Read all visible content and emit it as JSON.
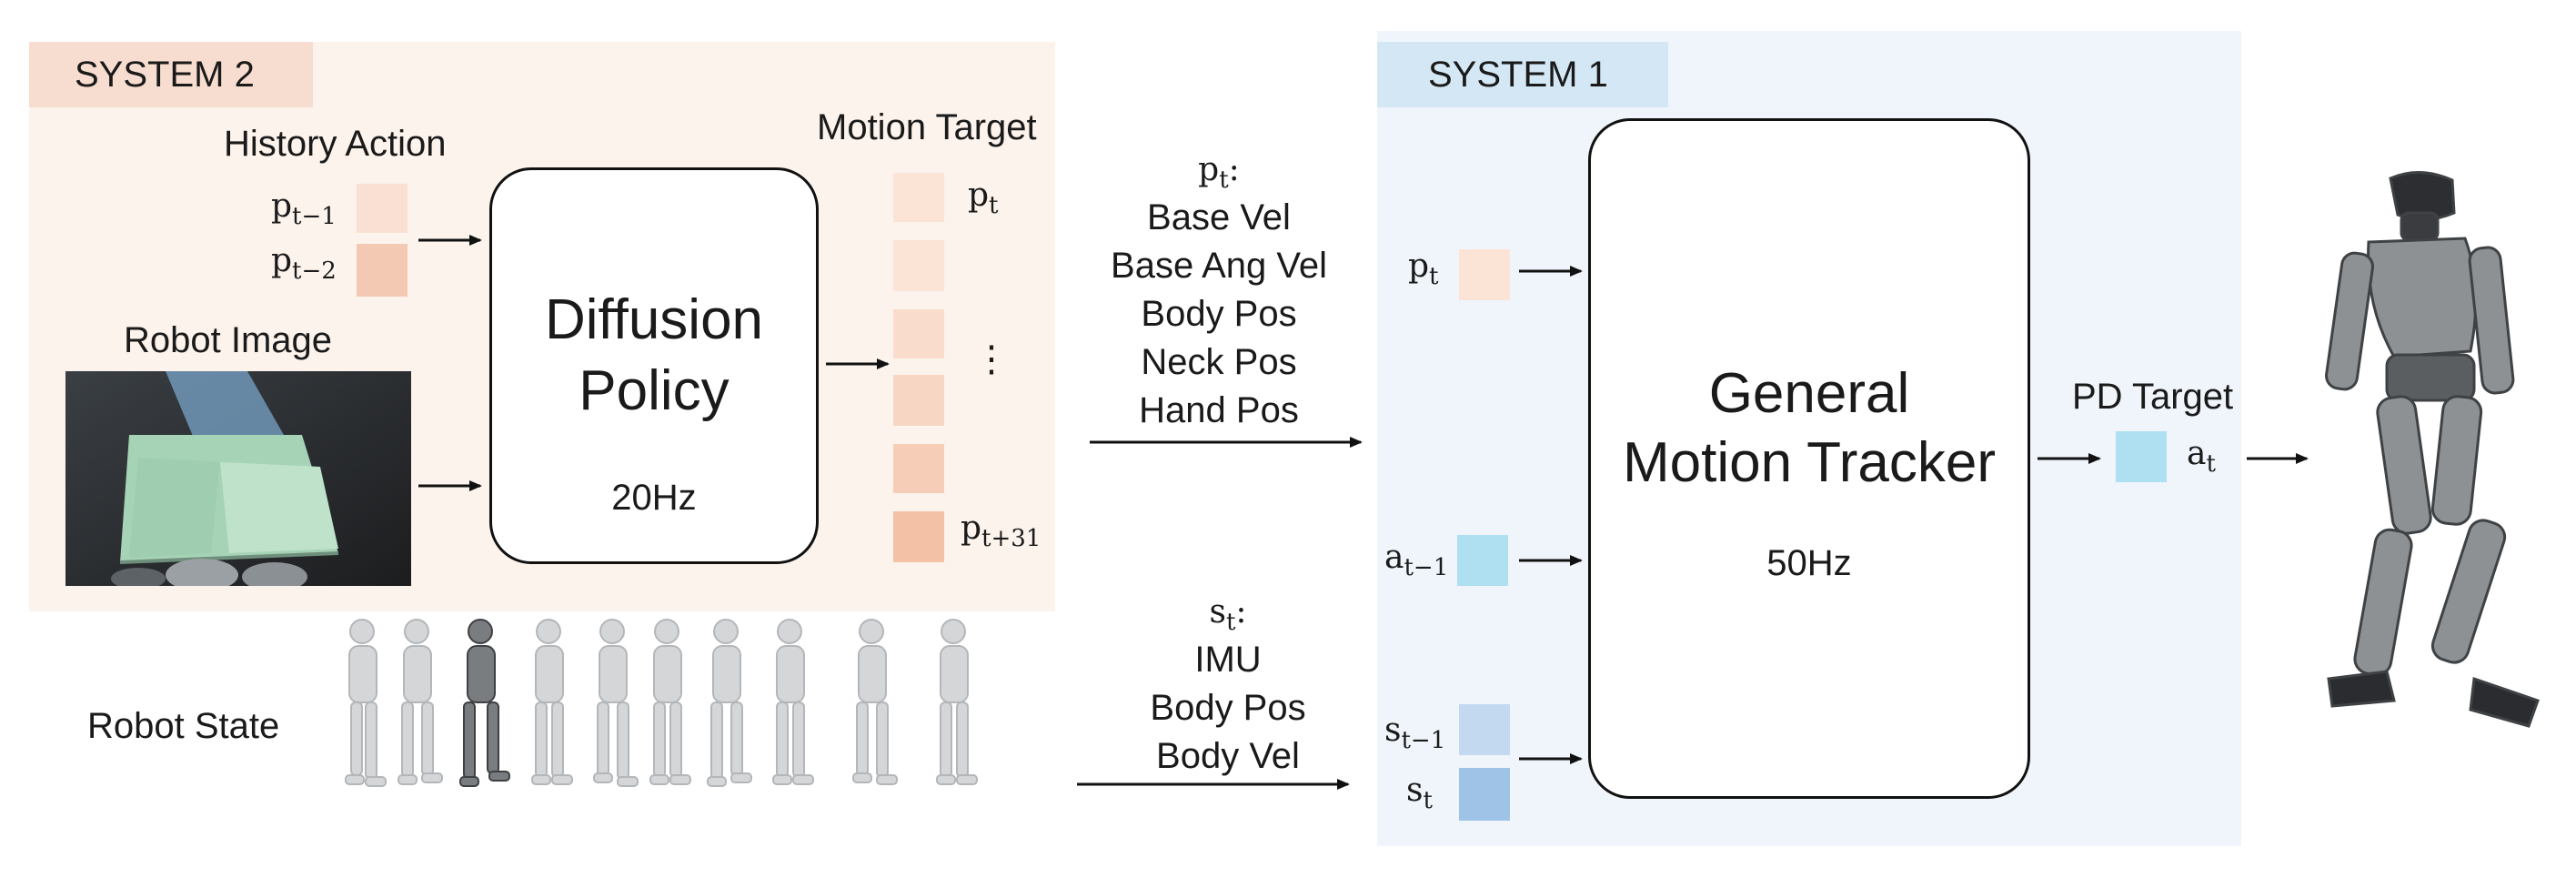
{
  "system2": {
    "tag": "SYSTEM 2",
    "history_action_label": "History Action",
    "history_items": [
      "p",
      "p"
    ],
    "history_subs": [
      "t−1",
      "t−2"
    ],
    "robot_image_label": "Robot Image",
    "policy_title_line1": "Diffusion",
    "policy_title_line2": "Policy",
    "policy_rate": "20Hz",
    "motion_target_label": "Motion Target",
    "target_first": "p",
    "target_first_sub": "t",
    "target_ellipsis": "⋮",
    "target_last": "p",
    "target_last_sub": "t+31"
  },
  "robot_state_label": "Robot State",
  "pt_block": {
    "symbol": "p",
    "sub": "t",
    "colon": ":",
    "lines": [
      "Base Vel",
      "Base Ang Vel",
      "Body Pos",
      "Neck Pos",
      "Hand Pos"
    ]
  },
  "st_block": {
    "symbol": "s",
    "sub": "t",
    "colon": ":",
    "lines": [
      "IMU",
      "Body Pos",
      "Body Vel"
    ]
  },
  "system1": {
    "tag": "SYSTEM 1",
    "input_pt": "p",
    "input_pt_sub": "t",
    "input_at1": "a",
    "input_at1_sub": "t−1",
    "input_st1": "s",
    "input_st1_sub": "t−1",
    "input_st": "s",
    "input_st_sub": "t",
    "tracker_line1": "General",
    "tracker_line2": "Motion Tracker",
    "tracker_rate": "50Hz",
    "pd_target_label": "PD Target",
    "output": "a",
    "output_sub": "t"
  },
  "colors": {
    "system2_bg": "#fcf3ec",
    "system2_tag": "#f7ddcf",
    "system1_bg": "#eff5fa",
    "system1_tag": "#d3e7f4",
    "action_square": "#aee0f2",
    "state_square_light": "#c3d9ef",
    "state_square_dark": "#9fc3e6"
  }
}
